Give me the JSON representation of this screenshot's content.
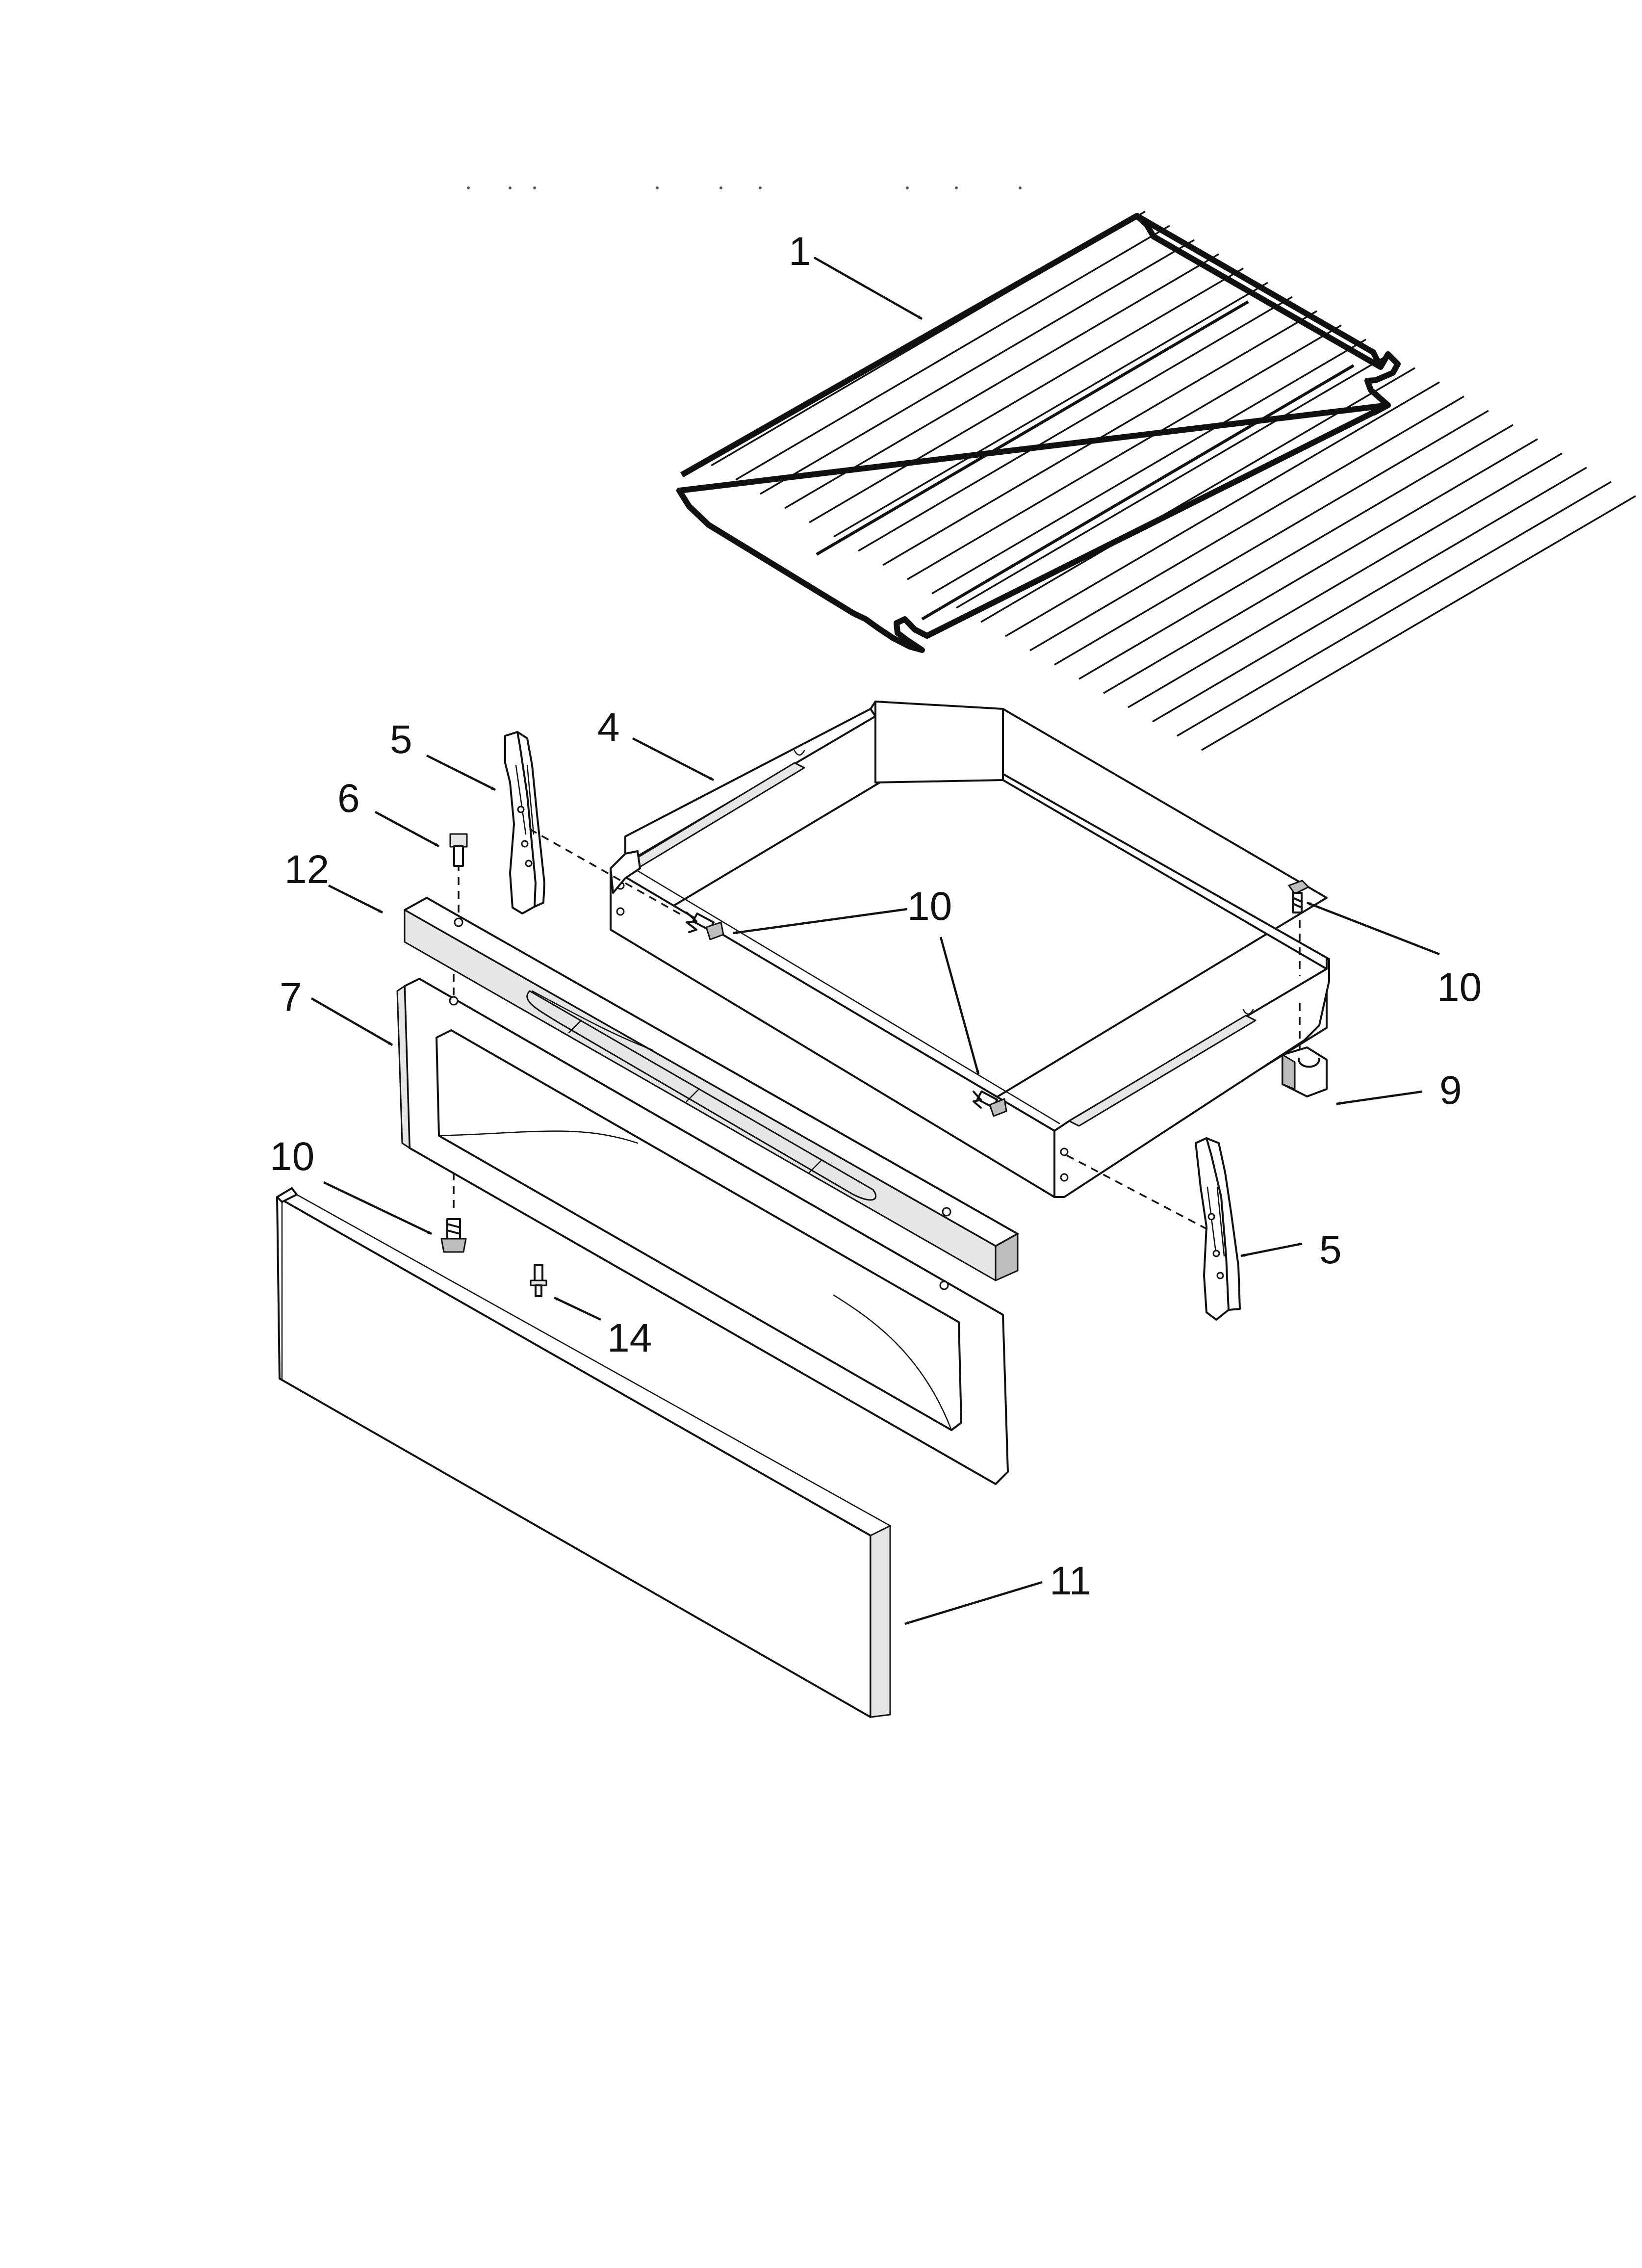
{
  "figure": {
    "background": "#ffffff",
    "line_color": "#111111"
  },
  "callouts": {
    "oven_rack": "1",
    "drawer_body": "4",
    "slide_left": "5",
    "slide_right": "5",
    "shoulder_screw": "6",
    "drawer_front": "7",
    "clip": "9",
    "screw_center": "10",
    "screw_right": "10",
    "screw_front": "10",
    "outer_panel": "11",
    "trim_strip": "12",
    "pin": "14"
  }
}
